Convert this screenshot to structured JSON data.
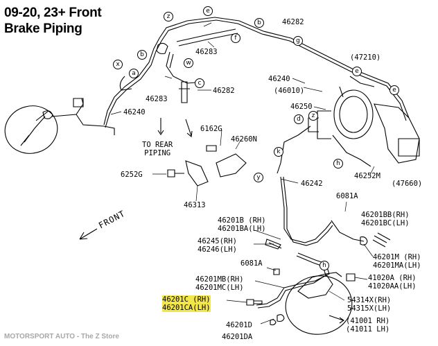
{
  "title": {
    "line1": "09-20, 23+ Front",
    "line2": "Brake Piping"
  },
  "front_label": "FRONT",
  "to_rear": {
    "line1": "TO REAR",
    "line2": "PIPING"
  },
  "watermark": "MOTORSPORT AUTO - The Z Store",
  "labels": {
    "p46282_top": "46282",
    "p46283_top": "46283",
    "p47210": "(47210)",
    "p46240_mid": "46240",
    "p46010": "(46010)",
    "p46250": "46250",
    "p46283": "46283",
    "p46282": "46282",
    "p46240_left": "46240",
    "p6162G": "6162G",
    "p46260N": "46260N",
    "p6252G": "6252G",
    "p46313": "46313",
    "p46252M": "46252M",
    "p47660": "(47660)",
    "p46242": "46242",
    "p6081A_top": "6081A",
    "p46201B": "46201B (RH)",
    "p46201BA": "46201BA(LH)",
    "p46201BB": "46201BB(RH)",
    "p46201BC": "46201BC(LH)",
    "p46245": "46245(RH)",
    "p46246": "46246(LH)",
    "p46201M": "46201M (RH)",
    "p46201MA": "46201MA(LH)",
    "p6081A_mid": "6081A",
    "p41020A": "41020A (RH)",
    "p41020AA": "41020AA(LH)",
    "p46201MB": "46201MB(RH)",
    "p46201MC": "46201MC(LH)",
    "p46201C": "46201C (RH)",
    "p46201CA": "46201CA(LH)",
    "p54314X": "54314X(RH)",
    "p54315X": "54315X(LH)",
    "p41001": "(41001 RH)",
    "p41011": "(41011 LH)",
    "p46201D": "46201D",
    "p46201DA": "46201DA"
  },
  "callouts": {
    "z1": "z",
    "e1": "e",
    "b1": "b",
    "g1": "g",
    "f1": "f",
    "b2": "b",
    "x1": "x",
    "a1": "a",
    "w1": "w",
    "c1": "c",
    "e2": "e",
    "e3": "e",
    "d1": "d",
    "z2": "z",
    "h1": "h",
    "k1": "k",
    "y1": "y",
    "h2": "h"
  }
}
